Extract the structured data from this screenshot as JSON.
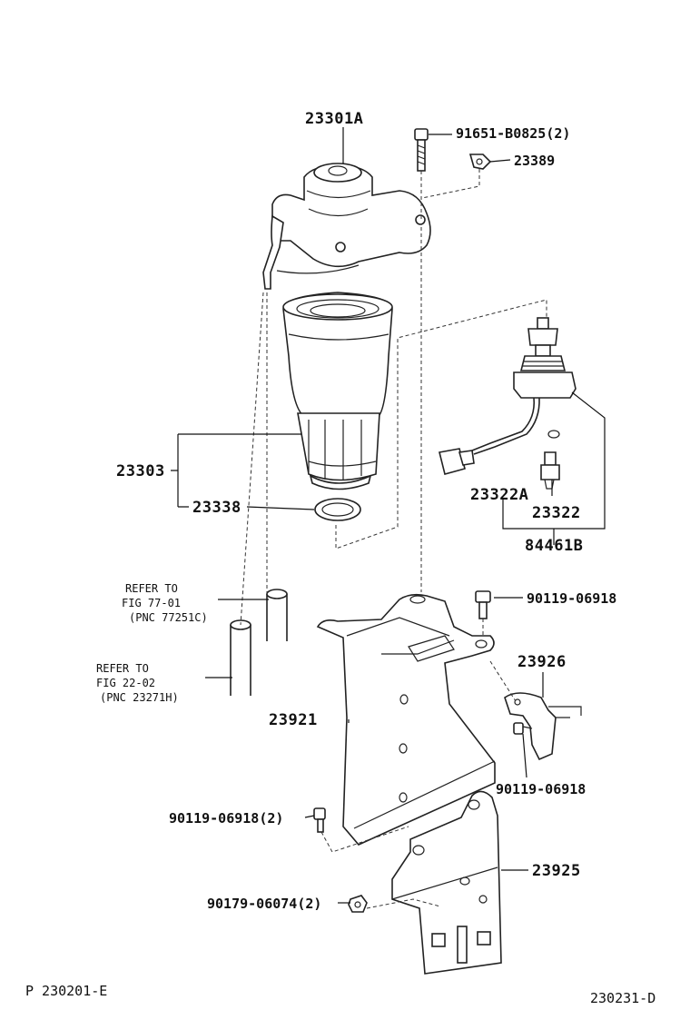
{
  "labels": {
    "p23301A": "23301A",
    "p91651": "91651-B0825(2)",
    "p23389": "23389",
    "p23303": "23303",
    "p23338": "23338",
    "p23322A": "23322A",
    "p23322": "23322",
    "p84461B": "84461B",
    "ref1_a": "REFER TO",
    "ref1_b": "FIG 77-01",
    "ref1_c": "(PNC 77251C)",
    "ref2_a": "REFER TO",
    "ref2_b": "FIG 22-02",
    "ref2_c": "(PNC 23271H)",
    "p90119_top": "90119-06918",
    "p23926": "23926",
    "p23921": "23921",
    "p90119_right": "90119-06918",
    "p90119_left": "90119-06918(2)",
    "p23925": "23925",
    "p90179": "90179-06074(2)",
    "footer_left": "P 230201-E",
    "footer_right": "230231-D"
  }
}
